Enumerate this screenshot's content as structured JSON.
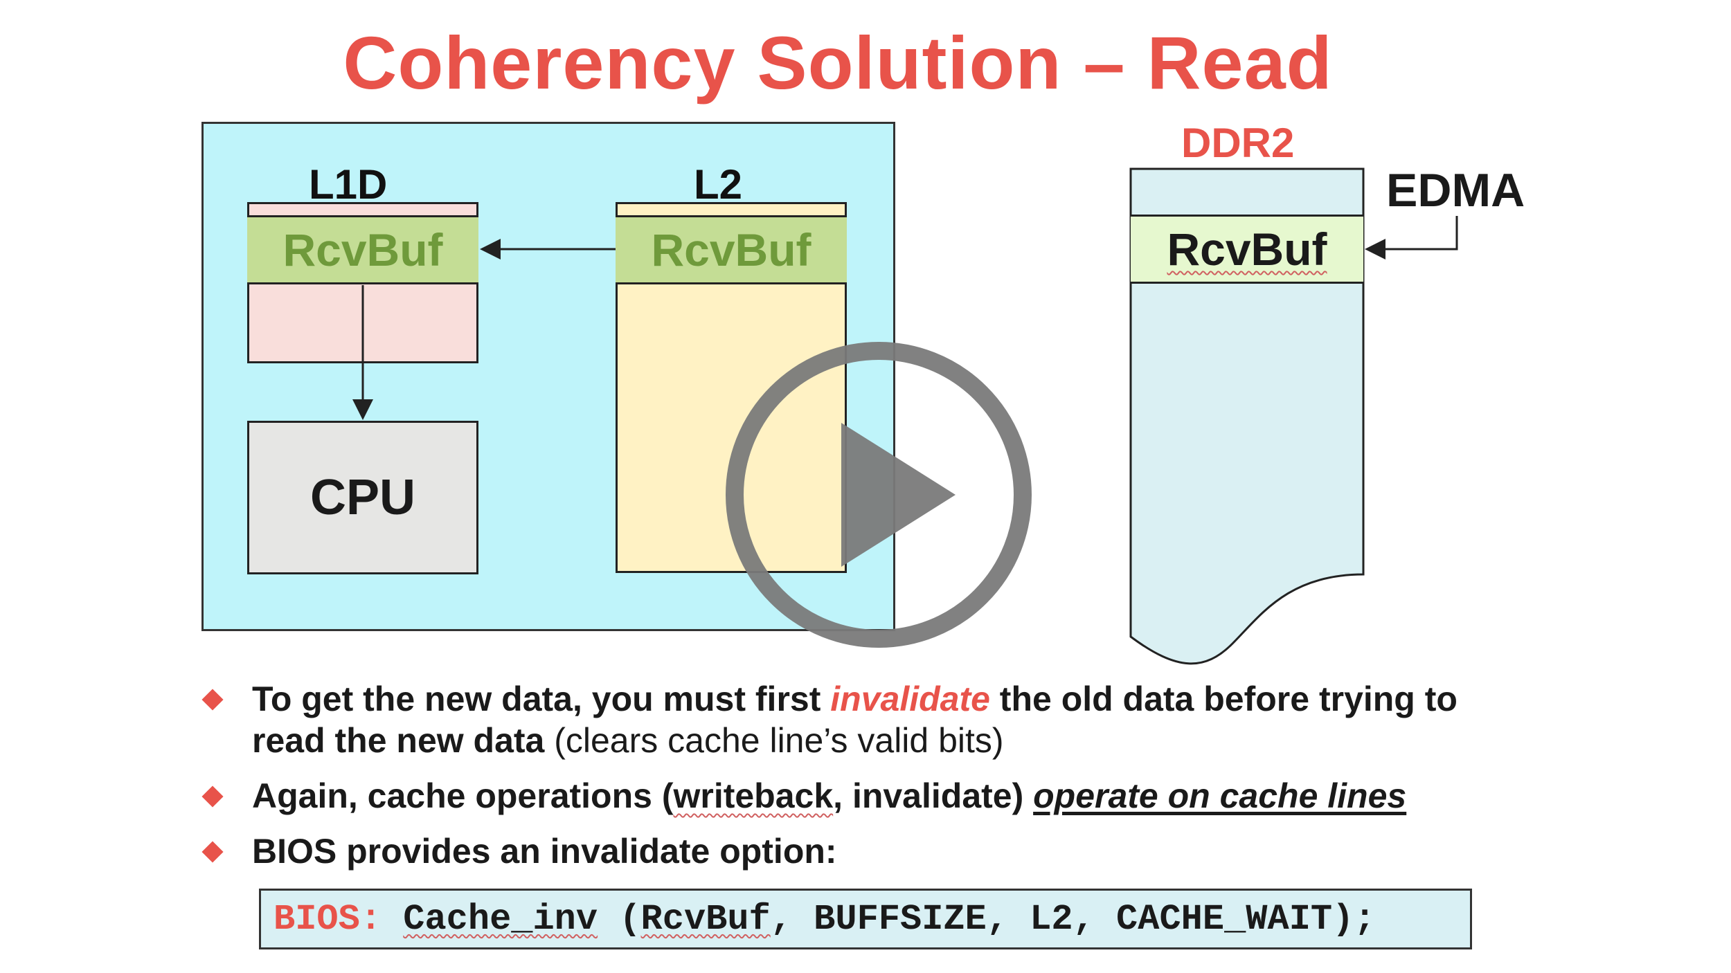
{
  "slide": {
    "title": "Coherency Solution – Read"
  },
  "diagram": {
    "l1d_label": "L1D",
    "l2_label": "L2",
    "l1d_rcvbuf": "RcvBuf",
    "l2_rcvbuf": "RcvBuf",
    "cpu_label": "CPU",
    "ddr_label": "DDR2",
    "ddr_rcvbuf": "RcvBuf",
    "edma_label": "EDMA",
    "colors": {
      "chip_bg": "#bff4fa",
      "l1d_bg": "#f9dedb",
      "l2_bg": "#fff2c4",
      "rcvbuf_bg": "#c4dd95",
      "ddr_bg": "#daf0f3",
      "accent": "#e8534a"
    }
  },
  "bullets": {
    "b1_part1": "To get the new data, you must first ",
    "b1_emph": "invalidate",
    "b1_part2": " the old data before trying to read the new data",
    "b1_note": " (clears cache line’s valid bits)",
    "b2_part1": "Again, cache operations (",
    "b2_writeback": "writeback",
    "b2_part2": ", invalidate) ",
    "b2_emph": "operate on cache lines",
    "b3": "BIOS provides an invalidate option:"
  },
  "code": {
    "keyword": "BIOS:",
    "func": "Cache_inv",
    "open": " (",
    "arg1": "RcvBuf",
    "rest": ", BUFFSIZE, L2, CACHE_WAIT);"
  },
  "player": {
    "icon": "play-icon",
    "color": "#7a7a7a"
  }
}
